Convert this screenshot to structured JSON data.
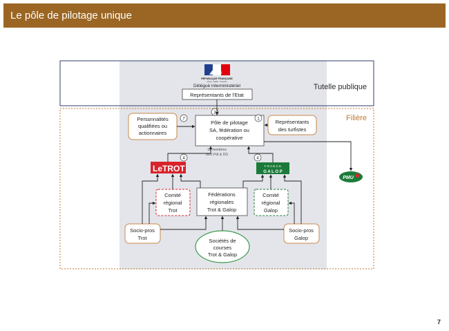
{
  "slide": {
    "title": "Le pôle de pilotage unique",
    "page_number": "7"
  },
  "diagram": {
    "regions": {
      "tutelle_label": "Tutelle publique",
      "filiere_label": "Filière"
    },
    "republique": {
      "line1": "RÉPUBLIQUE FRANÇAISE",
      "motto": "Liberté · Égalité · Fraternité"
    },
    "delegue": "Délégué interministériel",
    "etat": "Représentants de l'Etat",
    "personnalites": [
      "Personnalités",
      "qualifiées ou",
      "actionnaires"
    ],
    "pole": [
      "Pôle de pilotage",
      "SA, fédération ou",
      "coopérative"
    ],
    "turfistes": [
      "Représentants",
      "des turfistes"
    ],
    "membres": [
      "18 membres",
      "dont Pdt & DG"
    ],
    "badges": {
      "b7": "7",
      "b2": "2",
      "b1": "1",
      "b4a": "4",
      "b4b": "4"
    },
    "letrot": {
      "le": "Le",
      "trot": "TROT"
    },
    "france_galop": {
      "france": "F R A N C E",
      "galop": "G A L O P"
    },
    "pmu": "PMU",
    "comite_trot": [
      "Comité",
      "régional",
      "Trot"
    ],
    "federations": [
      "Fédérations",
      "régionales",
      "Trot & Galop"
    ],
    "comite_galop": [
      "Comité",
      "régional",
      "Galop"
    ],
    "socio_trot": [
      "Socio-pros",
      "Trot"
    ],
    "socio_galop": [
      "Socio-pros",
      "Galop"
    ],
    "societes": [
      "Sociétés de",
      "courses",
      "Trot & Galop"
    ]
  },
  "colors": {
    "title_bar": "#9b6623",
    "tutelle_border": "#2f3f6b",
    "filiere_border": "#c0772f",
    "panel": "#e3e5ea",
    "orange_node": "#c9874a",
    "trot_red": "#d8232a",
    "galop_green": "#1b7a3a",
    "societes_green": "#3a9a4a"
  }
}
